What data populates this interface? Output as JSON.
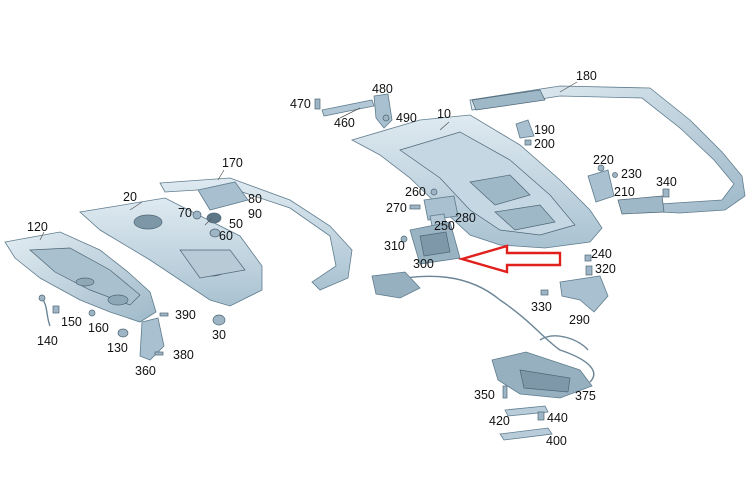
{
  "diagram": {
    "labels": {
      "p10": "10",
      "p20": "20",
      "p30": "30",
      "p50": "50",
      "p60": "60",
      "p70": "70",
      "p80": "80",
      "p90": "90",
      "p120": "120",
      "p130": "130",
      "p140": "140",
      "p150": "150",
      "p160": "160",
      "p170": "170",
      "p180": "180",
      "p190": "190",
      "p200": "200",
      "p210": "210",
      "p220": "220",
      "p230": "230",
      "p240": "240",
      "p250": "250",
      "p260": "260",
      "p270": "270",
      "p280": "280",
      "p290": "290",
      "p300": "300",
      "p310": "310",
      "p320": "320",
      "p330": "330",
      "p340": "340",
      "p350": "350",
      "p360": "360",
      "p375": "375",
      "p380": "380",
      "p390": "390",
      "p400": "400",
      "p420": "420",
      "p440": "440",
      "p460": "460",
      "p470": "470",
      "p480": "480",
      "p490": "490"
    },
    "colors": {
      "part_fill": "#c9dbe6",
      "part_light": "#dde9f0",
      "part_dark": "#8fa8b8",
      "arrow": "#e0201c",
      "label": "#111111"
    }
  }
}
